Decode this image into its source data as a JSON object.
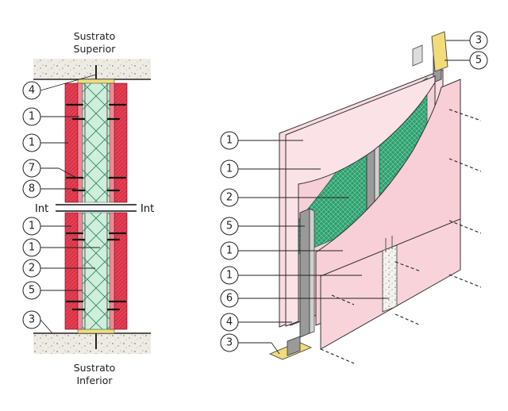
{
  "section": {
    "top_substrate": [
      "Sustrato",
      "Superior"
    ],
    "bottom_substrate": [
      "Sustrato",
      "Inferior"
    ],
    "int_left": "Int",
    "int_right": "Int",
    "callouts": [
      "4",
      "1",
      "1",
      "7",
      "8",
      "1",
      "1",
      "2",
      "5",
      "3"
    ]
  },
  "iso": {
    "callouts_left": [
      "1",
      "1",
      "2",
      "5",
      "1",
      "1",
      "6",
      "4",
      "3"
    ],
    "callouts_right": [
      "3",
      "5"
    ]
  },
  "colors": {
    "board_red": "#e63e52",
    "insulation_green": "#b9e1c4",
    "board_pink": "#f8d2d8",
    "membrane_green": "#2e9e6e",
    "steel": "#8c8c8c",
    "track_yellow": "#f2dc7a",
    "concrete": "#e9e6df"
  }
}
